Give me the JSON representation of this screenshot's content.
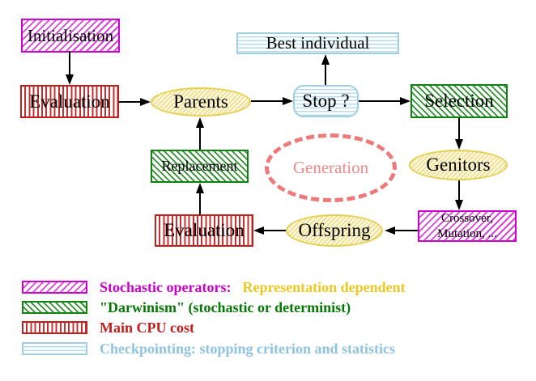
{
  "palette": {
    "magenta": "#cc00cc",
    "red": "#c21e1e",
    "green": "#108210",
    "green_text": "#067806",
    "light_blue": "#9ed0e2",
    "blue_text": "#8fc3e3",
    "yellow_border": "#e5d051",
    "gold_text": "#edc920",
    "salmon": "#ec7a7a",
    "arrow": "#000000"
  },
  "nodes": {
    "initialisation": {
      "label": "Initialisation"
    },
    "evaluation_top": {
      "label": "Evaluation"
    },
    "parents": {
      "label": "Parents"
    },
    "best_individual": {
      "label": "Best individual"
    },
    "stop": {
      "label": "Stop ?"
    },
    "selection": {
      "label": "Selection"
    },
    "genitors": {
      "label": "Genitors"
    },
    "crossover_mutation": {
      "line1": "Crossover,",
      "line2": "Mutation, ..."
    },
    "offspring": {
      "label": "Offspring"
    },
    "evaluation_bottom": {
      "label": "Evaluation"
    },
    "replacement": {
      "label": "Replacement"
    },
    "generation": {
      "label": "Generation"
    }
  },
  "legend": {
    "items": [
      {
        "swatch": "magenta-diagonal-hatch",
        "parts": [
          {
            "text": "Stochastic operators:",
            "color": "#cc00cc"
          },
          {
            "text": "Representation dependent",
            "color": "#edc920"
          }
        ]
      },
      {
        "swatch": "green-diagonal-hatch",
        "parts": [
          {
            "text": "\"Darwinism\" (stochastic or determinist)",
            "color": "#067806"
          }
        ]
      },
      {
        "swatch": "red-vertical-stripes",
        "parts": [
          {
            "text": "Main CPU cost",
            "color": "#c21e1e"
          }
        ]
      },
      {
        "swatch": "cyan-horizontal-stripes",
        "parts": [
          {
            "text": "Checkpointing: stopping criterion and statistics",
            "color": "#8fc3e3"
          }
        ]
      }
    ]
  }
}
